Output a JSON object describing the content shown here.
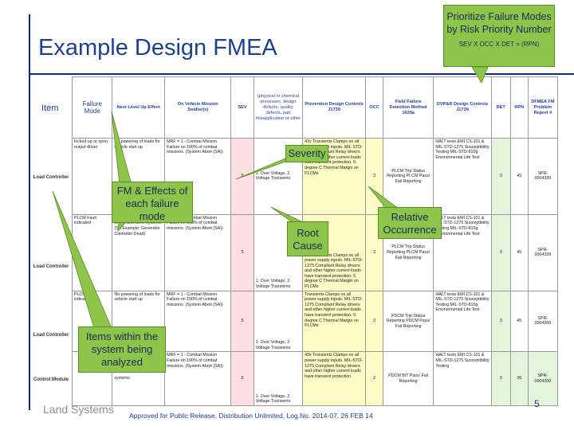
{
  "slide": {
    "title": "Example Design FMEA",
    "item_label": "Item",
    "page_number": "5",
    "footer": "Approved for Public Release, Distribution Unlimited, Log.No. 2014-07, 26 FEB 14",
    "logo": "Land Systems"
  },
  "callouts": {
    "priority": "Prioritize Failure Modes by Risk Priority Number",
    "formula": "SEV X OCC X DET = (RPN)",
    "severity": "Severity",
    "fm_effects": "FM & Effects of each failure mode",
    "root_cause": "Root Cause",
    "occurrence": "Relative Occurrence",
    "items": "Items within the system being analyzed"
  },
  "table": {
    "headers": {
      "failure_mode": "Failure Mode",
      "effect": "Next Level Up Effect",
      "vehicle": "On Vehicle Mission Soldier(s)",
      "sev": "SEV",
      "cause": "(physical or chemical processes, design defects, quality defects, part misapplication or other",
      "prevention": "Prevention Design Controls J1739",
      "occ": "OCC",
      "detection": "Field Failure Detection Method 1629a",
      "dvpr": "DVP&R Design Controls J1739",
      "det": "DET",
      "rpn": "RPN",
      "report": "DFMEA FM Problem Report #"
    },
    "rows": [
      {
        "item": "Load Controller",
        "mode": "locked up or open output driver",
        "effect": "No powering of loads for vehicle start up",
        "vehicle": "MRF = 1 - Combat Mission Failure on 100% of combat missions. (System Abort (SA))",
        "sev": "5",
        "cause": "1. Over Voltage, 2. Voltage Transients",
        "prevention": "43v Transients Clamps on all power supply inputs. MIL-STD-1275 Compliant Relay drivers and other higher current loads have transient protection. 5 degree C Thermal Margin on PLCMs",
        "occ": "3",
        "detection": "PLCM Trip Status Reporting PLCM Pass/ Fail Reporting",
        "dvpr": "HALT tests EMI CS-101 & MIL-STD-1275 Susceptibility Testing MIL-STD-810g Environmental Life Test",
        "det": "3",
        "rpn": "45",
        "report": "SPR-0004339"
      },
      {
        "item": "Load Controller",
        "mode": "PLCM Fault indicated",
        "effect": "No distribution of power to hull and turret systems (SA Example: Generator Controller Dead)",
        "vehicle": "MRF = 1 - Combat Mission Failure on 100% of combat missions. (System Abort (SA))",
        "sev": "5",
        "cause": "1. Over Voltage, 2. Voltage Transients",
        "prevention": "43v Transients Clamps on all power supply inputs. MIL-STD-1275 Compliant Relay drivers and other higher current loads have transient protection. 5 degree C Thermal Margin on PLCMs",
        "occ": "3",
        "detection": "PLCM Trip Status Reporting PLCM Pass/ Fail Reporting",
        "dvpr": "HALT tests EMI CS-101 & MIL-STD-1275 Susceptibility Testing MIL-STD-810g Environmental Life Test",
        "det": "3",
        "rpn": "45",
        "report": "SPR-0004339"
      },
      {
        "item": "Load Controller",
        "mode": "PLCM Fault indicated",
        "effect": "No powering of loads for vehicle start up",
        "vehicle": "MRF = 1 - Combat Mission Failure on 100% of combat missions. (System Abort (SA))",
        "sev": "5",
        "cause": "1. Over Voltage, 2. Voltage Transients",
        "prevention": "Transients Clamps on all power supply inputs. MIL-STD-1275 Compliant Relay drivers and other higher current loads have transient protection. 5 degree C Thermal Margin on PLCMs",
        "occ": "3",
        "detection": "PDCM Trip Status Reporting PDCM Pass/ Fail Reporting",
        "dvpr": "HALT tests EMI CS-101 & MIL-STD-1275 Susceptibility Testing MIL-STD-810g Environmental Life Test",
        "det": "3",
        "rpn": "45",
        "report": "SPR-0004200"
      },
      {
        "item": "Control Module",
        "mode": "",
        "effect": "systems",
        "vehicle": "MRF = 1 - Combat Mission Failure on 100% of combat missions. (System Abort (SA))",
        "sev": "5",
        "cause": "1. Over Voltage, 2. Voltage Transients",
        "prevention": "43v Transients Clamps on all power supply inputs. MIL-STD-1275 Compliant Relay drivers and other higher current loads have transient protection.",
        "occ": "2",
        "detection": "PDCM BIT Pass/ Fail Reporting",
        "dvpr": "HALT tests EMI CS-101 & MIL-STD-1275 Susceptibility Testing",
        "det": "3",
        "rpn": "30",
        "report": "SPR-0004200"
      }
    ]
  }
}
